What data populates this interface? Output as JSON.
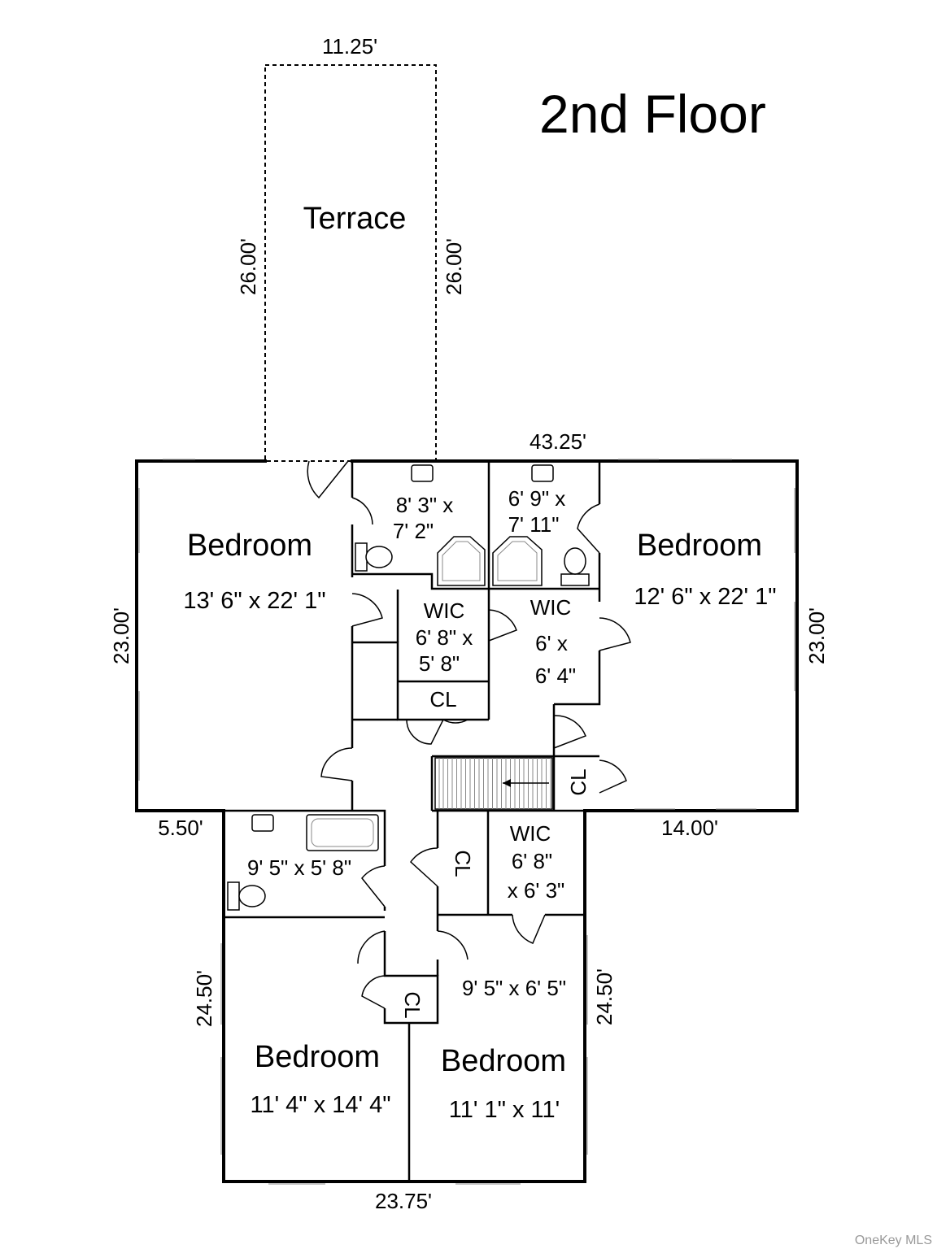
{
  "title": "2nd Floor",
  "watermark": "OneKey MLS",
  "terrace": {
    "label": "Terrace",
    "width": "11.25'",
    "depth_left": "26.00'",
    "depth_right": "26.00'"
  },
  "dimensions": {
    "top_width": "43.25'",
    "left_height": "23.00'",
    "right_height": "23.00'",
    "left_offset": "5.50'",
    "right_offset": "14.00'",
    "lower_left_height": "24.50'",
    "lower_right_height": "24.50'",
    "bottom_width": "23.75'"
  },
  "rooms": {
    "bedroom_nw": {
      "name": "Bedroom",
      "size": "13' 6\" x 22' 1\""
    },
    "bedroom_ne": {
      "name": "Bedroom",
      "size": "12' 6\" x 22' 1\""
    },
    "bedroom_sw": {
      "name": "Bedroom",
      "size": "11' 4\" x 14' 4\""
    },
    "bedroom_se": {
      "name": "Bedroom",
      "size": "11' 1\" x 11'"
    },
    "bath_1": {
      "size_line1": "8' 3\" x",
      "size_line2": "7' 2\""
    },
    "bath_2": {
      "size_line1": "6' 9\" x",
      "size_line2": "7' 11\""
    },
    "bath_3": {
      "size": "9' 5\" x 5' 8\""
    },
    "wic_1": {
      "name": "WIC",
      "size_line1": "6' 8\" x",
      "size_line2": "5' 8\""
    },
    "wic_2": {
      "name": "WIC",
      "size_line1": "6' x",
      "size_line2": "6' 4\""
    },
    "wic_3": {
      "name": "WIC",
      "size_line1": "6' 8\"",
      "size_line2": "x 6' 3\""
    },
    "hall_room": {
      "size": "9' 5\" x 6' 5\""
    },
    "closets": {
      "cl_1": "CL",
      "cl_2": "CL",
      "cl_3": "CL",
      "cl_4": "CL"
    }
  }
}
